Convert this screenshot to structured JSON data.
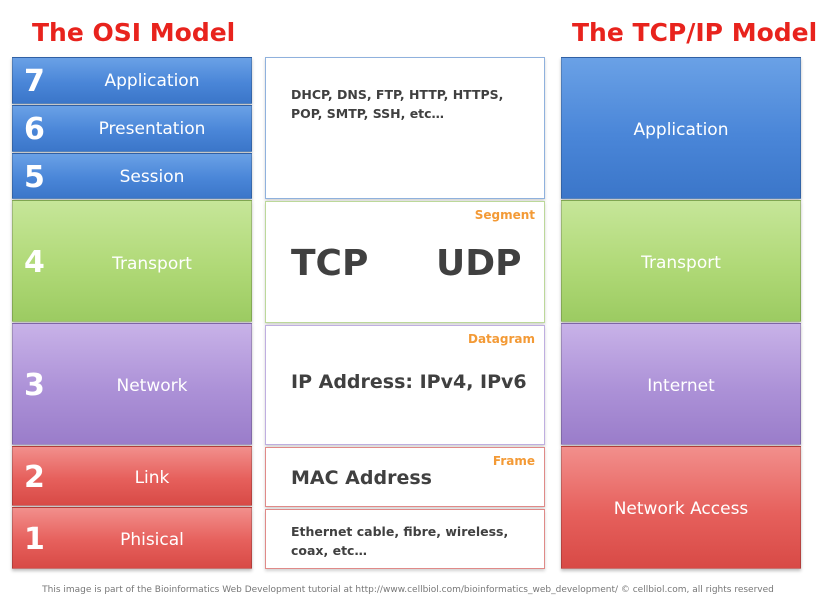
{
  "titles": {
    "osi": "The OSI Model",
    "tcpip": "The TCP/IP Model"
  },
  "osi_layers": [
    {
      "number": "7",
      "name": "Application"
    },
    {
      "number": "6",
      "name": "Presentation"
    },
    {
      "number": "5",
      "name": "Session"
    },
    {
      "number": "4",
      "name": "Transport"
    },
    {
      "number": "3",
      "name": "Network"
    },
    {
      "number": "2",
      "name": "Link"
    },
    {
      "number": "1",
      "name": "Phisical"
    }
  ],
  "tcpip_layers": [
    {
      "name": "Application"
    },
    {
      "name": "Transport"
    },
    {
      "name": "Internet"
    },
    {
      "name": "Network Access"
    }
  ],
  "protocols": {
    "application_line1": "DHCP, DNS, FTP, HTTP, HTTPS,",
    "application_line2": "POP, SMTP, SSH, etc…",
    "transport_pdu": "Segment",
    "tcp": "TCP",
    "udp": "UDP",
    "network_pdu": "Datagram",
    "network": "IP Address: IPv4, IPv6",
    "link_pdu": "Frame",
    "link": "MAC Address",
    "physical_line1": "Ethernet cable, fibre, wireless,",
    "physical_line2": "coax, etc…"
  },
  "colors": {
    "title": "#e8231d",
    "pdu": "#f39a36",
    "application": "#4a86d8",
    "transport": "#b0d977",
    "network": "#ac91d7",
    "link": "#e6605c"
  },
  "footer": "This image is part of the Bioinformatics Web Development tutorial at  http://www.cellbiol.com/bioinformatics_web_development/  © cellbiol.com, all rights reserved"
}
